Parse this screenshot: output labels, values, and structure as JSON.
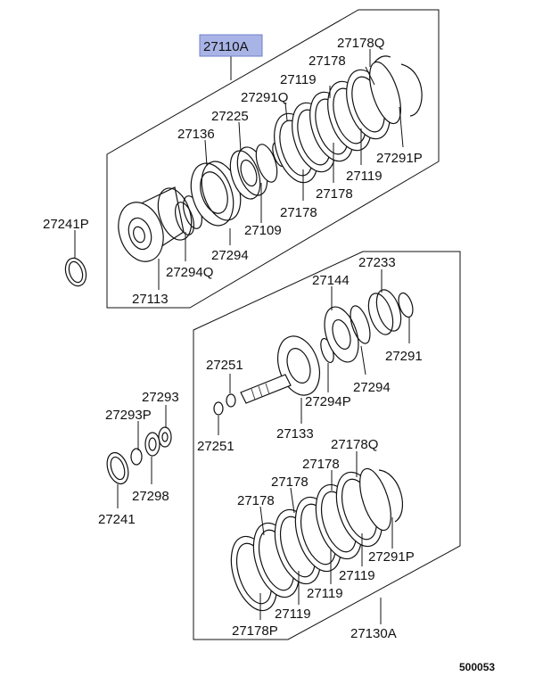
{
  "diagram_code": "500053",
  "highlight_color": "#a9b4e6",
  "labels": {
    "l27110A": "27110A",
    "l27178Q_top": "27178Q",
    "l27178_top1": "27178",
    "l27119_top1": "27119",
    "l27291Q": "27291Q",
    "l27225": "27225",
    "l27136": "27136",
    "l27291P_top": "27291P",
    "l27119_top2": "27119",
    "l27178_top2": "27178",
    "l27178_top3": "27178",
    "l27109": "27109",
    "l27241P": "27241P",
    "l27294": "27294",
    "l27294Q": "27294Q",
    "l27113": "27113",
    "l27233": "27233",
    "l27144": "27144",
    "l27291": "27291",
    "l27294_mid": "27294",
    "l27251_top": "27251",
    "l27294P": "27294P",
    "l27293": "27293",
    "l27293P": "27293P",
    "l27133": "27133",
    "l27251_bot": "27251",
    "l27298": "27298",
    "l27241": "27241",
    "l27178Q_bot": "27178Q",
    "l27178_b1": "27178",
    "l27178_b2": "27178",
    "l27178_b3": "27178",
    "l27291P_bot": "27291P",
    "l27119_b1": "27119",
    "l27119_b2": "27119",
    "l27119_b3": "27119",
    "l27178P": "27178P",
    "l27130A": "27130A"
  }
}
